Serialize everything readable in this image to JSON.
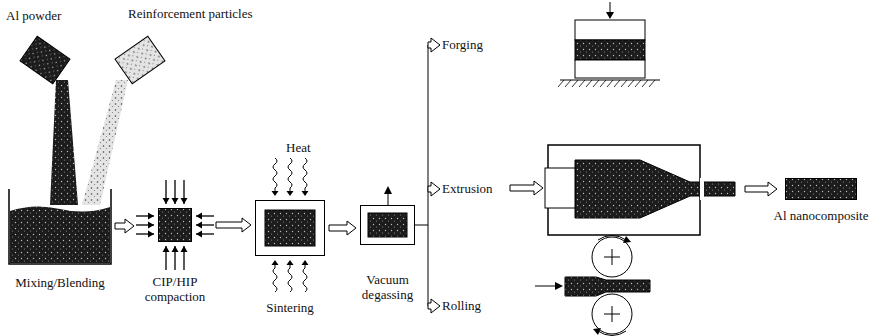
{
  "diagram": {
    "nodes": [
      {
        "text": [
          "Mixing/Blending"
        ]
      },
      {
        "text": [
          "CIP/HIP compaction"
        ]
      },
      {
        "text": [
          "Sintering"
        ]
      },
      {
        "text": [
          "Vacuum degassing"
        ]
      },
      {
        "text": [
          "Al nanocomposite"
        ]
      }
    ],
    "edges": [
      {
        "from": 0,
        "to": 1,
        "arrow": "to"
      },
      {
        "from": 1,
        "to": 2,
        "arrow": "to"
      },
      {
        "from": 2,
        "to": 3,
        "arrow": "to"
      }
    ],
    "labels": [
      "Al powder",
      "Reinforcement particles",
      "Heat",
      "Forging",
      "Extrusion",
      "Rolling"
    ]
  }
}
